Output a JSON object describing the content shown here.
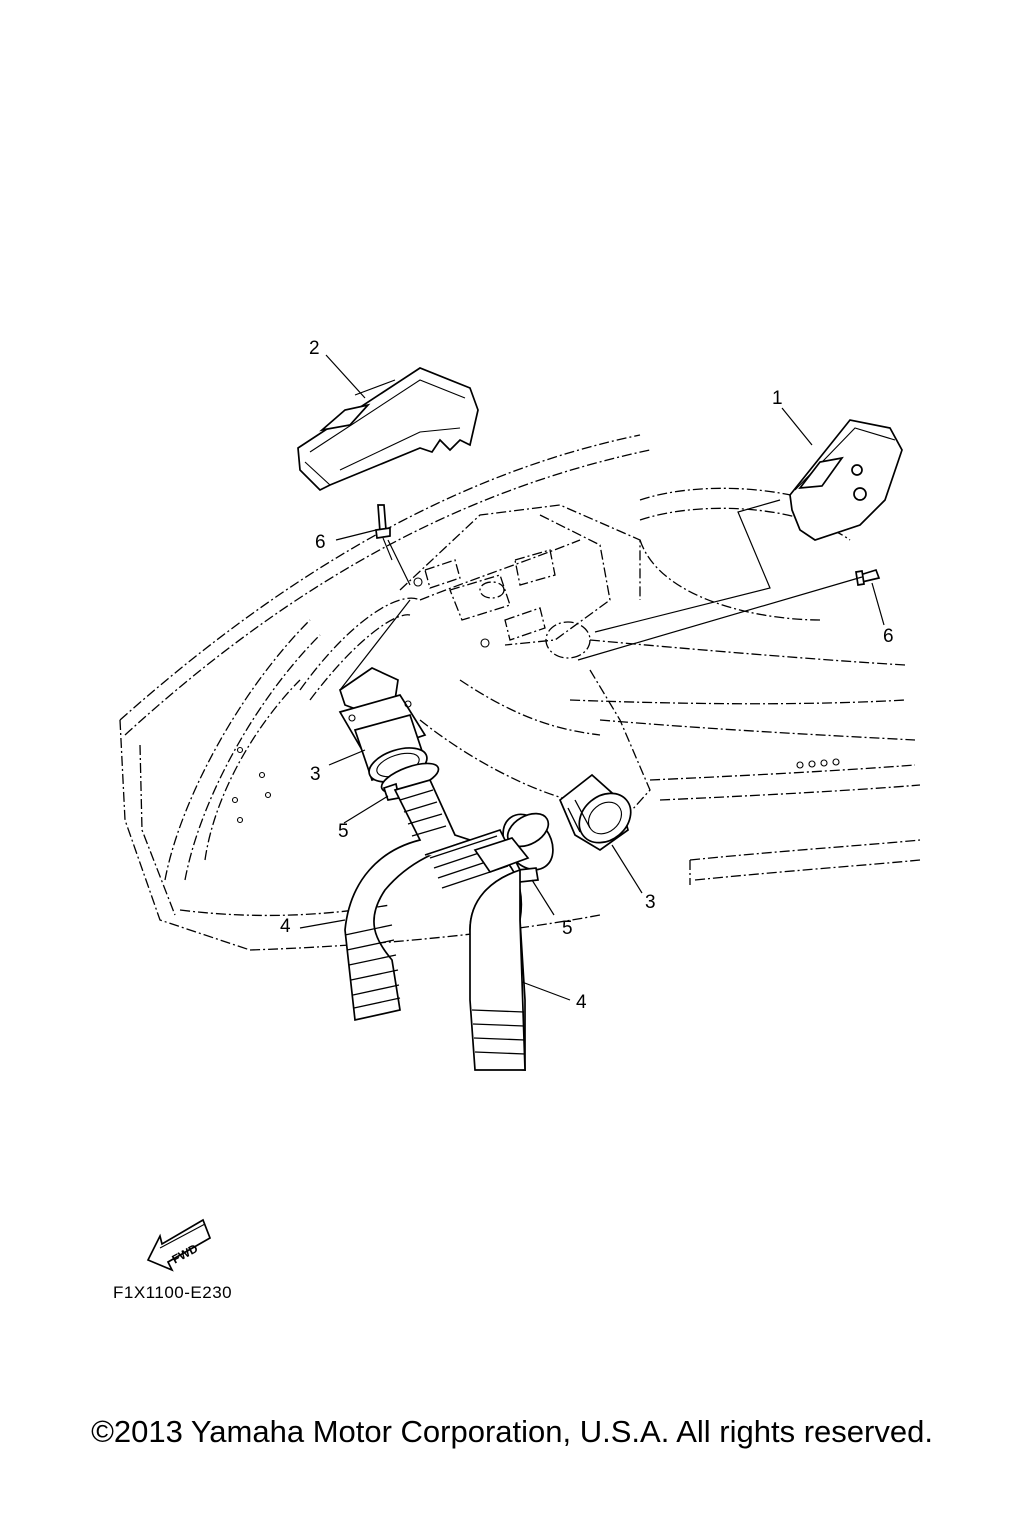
{
  "diagram": {
    "callouts": [
      {
        "id": "c1",
        "label": "1"
      },
      {
        "id": "c2",
        "label": "2"
      },
      {
        "id": "c3a",
        "label": "3"
      },
      {
        "id": "c3b",
        "label": "3"
      },
      {
        "id": "c4a",
        "label": "4"
      },
      {
        "id": "c4b",
        "label": "4"
      },
      {
        "id": "c5a",
        "label": "5"
      },
      {
        "id": "c5b",
        "label": "5"
      },
      {
        "id": "c6a",
        "label": "6"
      },
      {
        "id": "c6b",
        "label": "6"
      }
    ],
    "fwd_label": "FWD",
    "reference_code": "F1X1100-E230"
  },
  "footer": {
    "copyright": "©2013 Yamaha Motor Corporation, U.S.A. All rights reserved."
  }
}
